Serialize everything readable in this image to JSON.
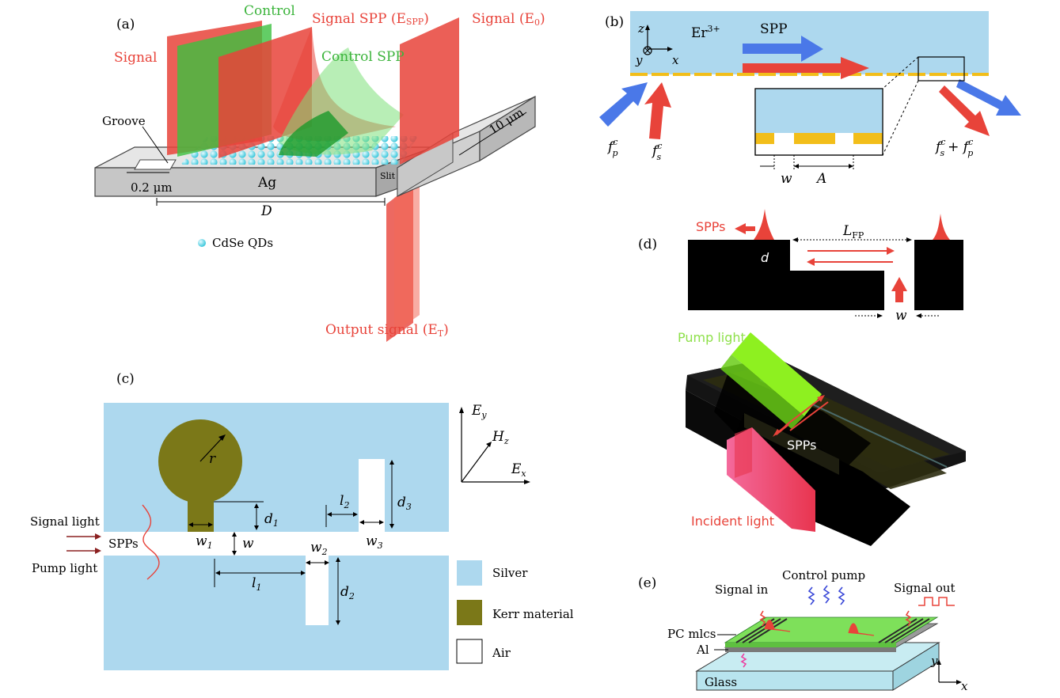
{
  "panels": {
    "a": {
      "label": "(a)",
      "control": "Control",
      "signal_spp": "Signal SPP (E",
      "signal_spp_sub": "SPP",
      "signal_e0": "Signal (E",
      "signal_e0_sub": "0",
      "signal": "Signal",
      "control_spp": "Control SPP",
      "groove": "Groove",
      "width_10um": "10 μm",
      "slit": "Slit",
      "groove_width": "0.2 μm",
      "metal": "Ag",
      "distance": "D",
      "qd_legend": "CdSe QDs",
      "output_signal": "Output signal (E",
      "output_signal_sub": "T",
      "close_paren": ")"
    },
    "b": {
      "label": "(b)",
      "axis_z": "z",
      "axis_y": "y",
      "axis_x": "x",
      "ion": "Er",
      "ion_sup": "3+",
      "spp": "SPP",
      "fp": "f",
      "fp_sub": "p",
      "fs": "f",
      "fs_sub": "s",
      "sup_c": "c",
      "sum_label_f1": "f",
      "sum_label_s": "s",
      "sum_plus": "+ ",
      "sum_label_f2": "f",
      "sum_label_p": "p",
      "w": "w",
      "A": "A"
    },
    "c": {
      "label": "(c)",
      "r": "r",
      "d1": "d",
      "d1_sub": "1",
      "w1": "w",
      "w1_sub": "1",
      "w": "w",
      "l1": "l",
      "l1_sub": "1",
      "w2": "w",
      "w2_sub": "2",
      "l2": "l",
      "l2_sub": "2",
      "w3": "w",
      "w3_sub": "3",
      "d2": "d",
      "d2_sub": "2",
      "d3": "d",
      "d3_sub": "3",
      "ey": "E",
      "ey_sub": "y",
      "hz": "H",
      "hz_sub": "z",
      "ex": "E",
      "ex_sub": "x",
      "signal_light": "Signal light",
      "pump_light": "Pump light",
      "spps": "SPPs",
      "legend": [
        "Silver",
        "Kerr material",
        "Air"
      ]
    },
    "d": {
      "label": "(d)",
      "spps_top": "SPPs",
      "lfp": "L",
      "lfp_sub": "FP",
      "d": "d",
      "w": "w",
      "pump_light": "Pump light",
      "spps_bottom": "SPPs",
      "incident_light": "Incident light"
    },
    "e": {
      "label": "(e)",
      "signal_in": "Signal in",
      "control_pump": "Control pump",
      "signal_out": "Signal out",
      "pc_mlcs": "PC mlcs",
      "al": "Al",
      "glass": "Glass",
      "axis_y": "y",
      "axis_x": "x"
    }
  },
  "colors": {
    "silver": "#add8ee",
    "kerr": "#7b7818",
    "red": "#e8433a",
    "green": "#3cb43c",
    "blue": "#4a78e8",
    "gold": "#f2be1a"
  }
}
